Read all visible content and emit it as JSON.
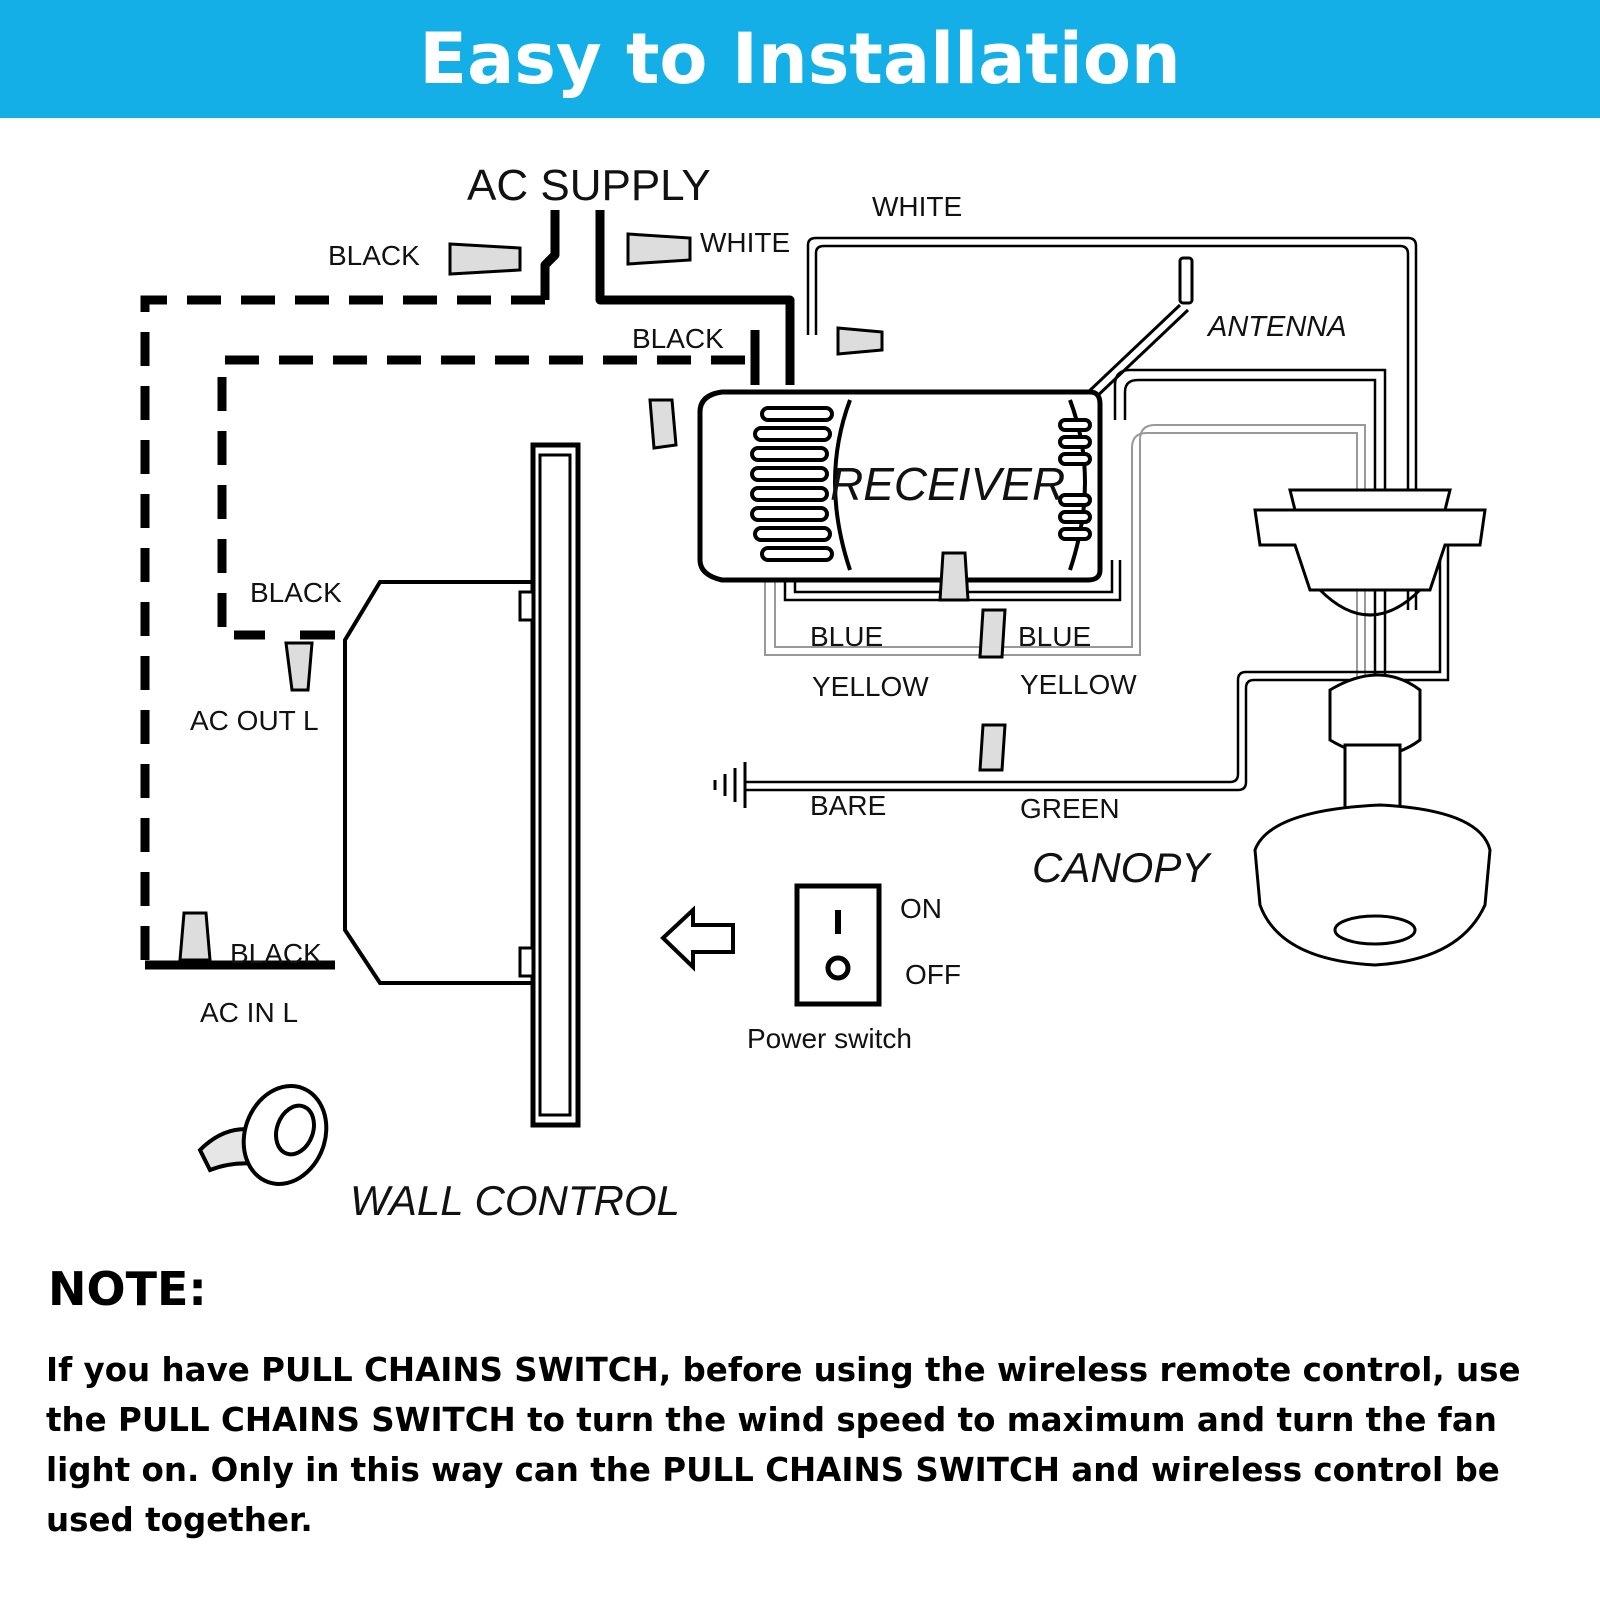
{
  "header": {
    "title": "Easy to Installation",
    "bg_color": "#14afe6",
    "text_color": "#ffffff"
  },
  "diagram": {
    "labels": {
      "ac_supply": "AC SUPPLY",
      "black_supply": "BLACK",
      "white_supply": "WHITE",
      "white_top": "WHITE",
      "black_mid": "BLACK",
      "antenna": "ANTENNA",
      "receiver": "RECEIVER",
      "black_left": "BLACK",
      "ac_out": "AC OUT L",
      "black_bottom": "BLACK",
      "ac_in": "AC IN L",
      "blue_left": "BLUE",
      "blue_right": "BLUE",
      "yellow_left": "YELLOW",
      "yellow_right": "YELLOW",
      "bare": "BARE",
      "green": "GREEN",
      "canopy": "CANOPY",
      "on": "ON",
      "off": "OFF",
      "power_switch": "Power switch",
      "wall_control": "WALL CONTROL"
    }
  },
  "note": {
    "heading": "NOTE:",
    "body": "If you have PULL CHAINS SWITCH, before using the wireless remote control, use the PULL CHAINS SWITCH to turn the wind speed to maximum and turn the fan light on. Only in this way can the PULL CHAINS SWITCH and wireless control be used together."
  }
}
